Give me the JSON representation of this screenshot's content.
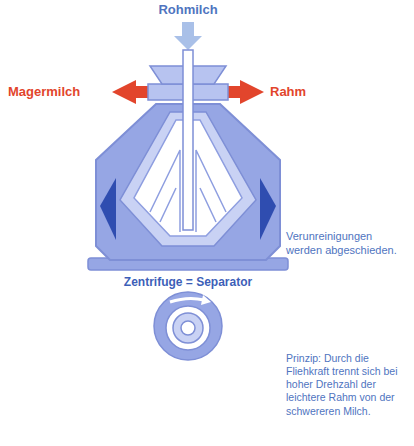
{
  "diagram": {
    "labels": [
      "Rohmilch",
      "Magermilch",
      "Rahm",
      "Verunreinigungen werden abgeschieden.",
      "Zentrifuge = Separator",
      "Prinzip: Durch die Fliehkraft trennt sich bei hoher Drehzahl der leichtere Rahm von der schwereren Milch."
    ]
  }
}
